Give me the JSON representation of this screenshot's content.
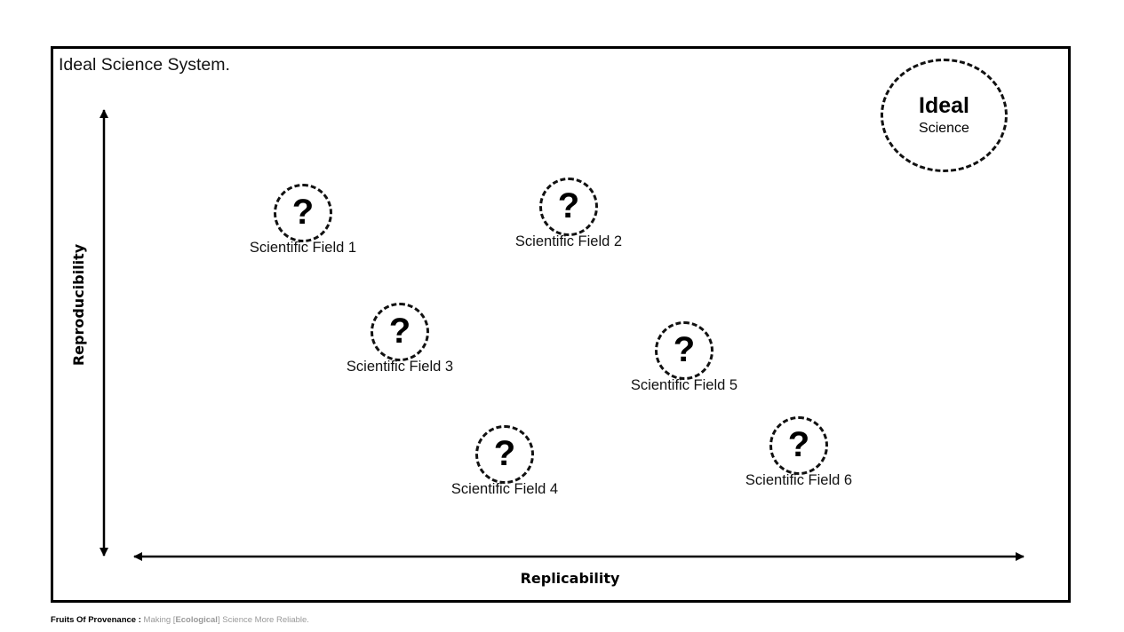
{
  "title": "Ideal Science System.",
  "axes": {
    "y_label": "Reproducibility",
    "x_label": "Replicability"
  },
  "fields": [
    {
      "symbol": "?",
      "label": "Scientific Field 1"
    },
    {
      "symbol": "?",
      "label": "Scientific Field 2"
    },
    {
      "symbol": "?",
      "label": "Scientific Field 3"
    },
    {
      "symbol": "?",
      "label": "Scientific Field 4"
    },
    {
      "symbol": "?",
      "label": "Scientific Field 5"
    },
    {
      "symbol": "?",
      "label": "Scientific Field 6"
    }
  ],
  "ideal": {
    "title": "Ideal",
    "subtitle": "Science"
  },
  "footer": {
    "brand": "Fruits Of Provenance :",
    "text_before": " Making [",
    "emphasis": "Ecological",
    "text_after": "] Science More Reliable."
  }
}
